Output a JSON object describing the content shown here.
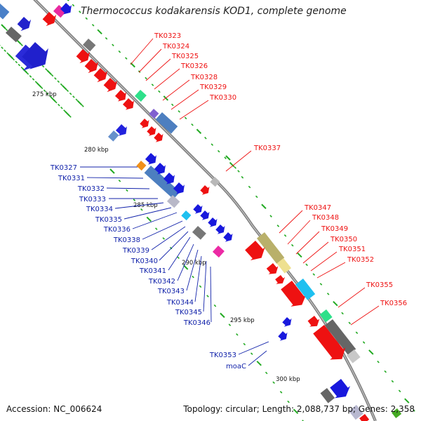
{
  "title": "Thermococcus kodakarensis KOD1, complete genome",
  "footer": {
    "accession": "Accession: NC_006624",
    "summary": "Topology: circular; Length: 2,088,737 bp; Genes: 2,358"
  },
  "colors": {
    "forward_gene": "#ee1111",
    "reverse_gene": "#1111dd",
    "backbone": "#888888",
    "tick": "#22aa22",
    "forward_label": "#ee1111",
    "reverse_label": "#1122aa"
  },
  "kbp_markers": [
    "275 kbp",
    "280 kbp",
    "285 kbp",
    "290 kbp",
    "295 kbp",
    "300 kbp"
  ],
  "forward_labels": [
    "TK0323",
    "TK0324",
    "TK0325",
    "TK0326",
    "TK0328",
    "TK0329",
    "TK0330",
    "TK0337",
    "TK0347",
    "TK0348",
    "TK0349",
    "TK0350",
    "TK0351",
    "TK0352",
    "TK0355",
    "TK0356"
  ],
  "reverse_labels": [
    "TK0327",
    "TK0331",
    "TK0332",
    "TK0333",
    "TK0334",
    "TK0335",
    "TK0336",
    "TK0338",
    "TK0339",
    "TK0340",
    "TK0341",
    "TK0342",
    "TK0343",
    "TK0344",
    "TK0345",
    "TK0346",
    "TK0353",
    "moaC"
  ]
}
